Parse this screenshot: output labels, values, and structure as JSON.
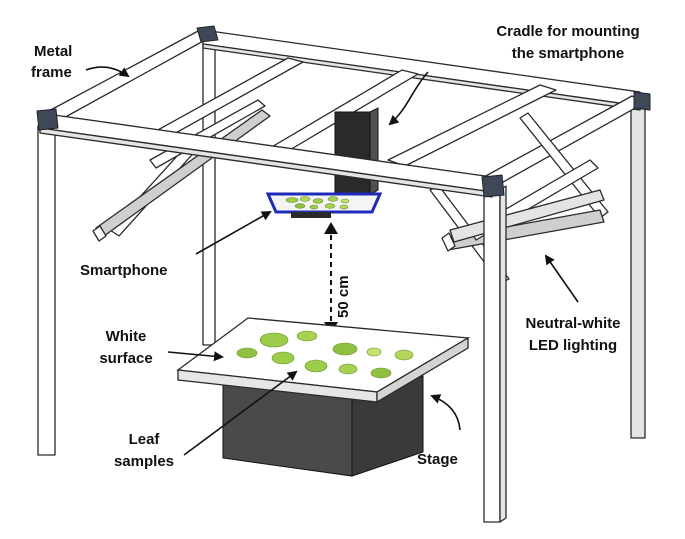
{
  "labels": {
    "metal_frame_line1": "Metal",
    "metal_frame_line2": "frame",
    "cradle_line1": "Cradle for mounting",
    "cradle_line2": "the smartphone",
    "smartphone": "Smartphone",
    "distance": "50 cm",
    "white_surface_line1": "White",
    "white_surface_line2": "surface",
    "leaf_samples_line1": "Leaf",
    "leaf_samples_line2": "samples",
    "stage": "Stage",
    "led_line1": "Neutral-white",
    "led_line2": "LED lighting"
  },
  "colors": {
    "frame_joint": "#3f4856",
    "phone_frame": "#1f2bb8",
    "stage_body": "#4a4a4a",
    "leaf_green": "#9ccc48"
  }
}
